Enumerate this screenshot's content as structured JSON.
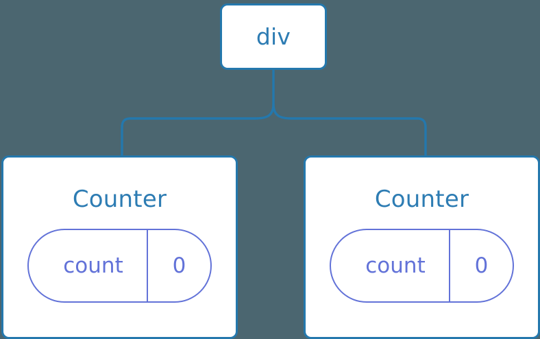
{
  "diagram": {
    "type": "component-tree",
    "background_color": "#4b6670",
    "node_border_color": "#2478ad",
    "node_text_color": "#2d7cb3",
    "connector_color": "#2478ad",
    "state_stroke_color": "#6272d8",
    "state_text_color": "#6272d8",
    "node_fill_color": "#ffffff"
  },
  "root": {
    "label": "div"
  },
  "children": [
    {
      "title": "Counter",
      "state": {
        "key": "count",
        "value": "0"
      }
    },
    {
      "title": "Counter",
      "state": {
        "key": "count",
        "value": "0"
      }
    }
  ]
}
